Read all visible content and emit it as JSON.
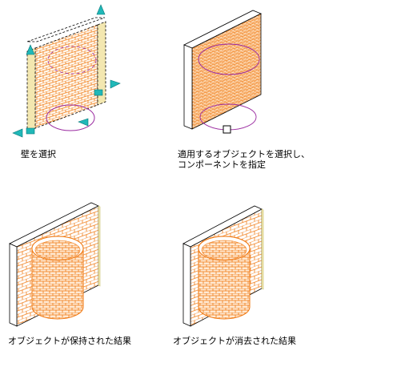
{
  "steps": [
    {
      "lines": [
        "壁を選択"
      ]
    },
    {
      "lines": [
        "適用するオブジェクトを選択し、",
        "コンポーネントを指定"
      ]
    },
    {
      "lines": [
        "オブジェクトが保持された結果"
      ]
    },
    {
      "lines": [
        "オブジェクトが消去された結果"
      ]
    }
  ],
  "colors": {
    "brick": "#f07810",
    "outline": "#000000",
    "ellipse": "#9a2aa0",
    "grip": "#20b8b8",
    "wall_edge": "#c8c070"
  }
}
